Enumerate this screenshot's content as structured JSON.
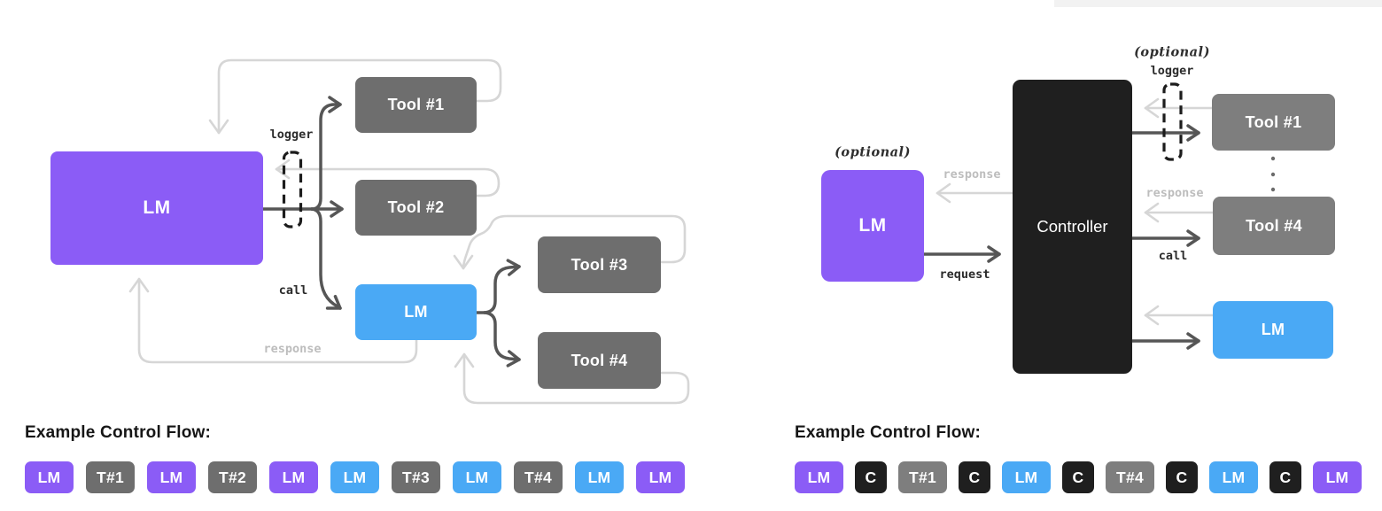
{
  "colors": {
    "purple": "#8B5CF6",
    "blue": "#4AA9F5",
    "gray": "#6E6E6E",
    "gray_light": "#7E7E7E",
    "black": "#1F1F1F",
    "dark_arrow": "#565656",
    "light_arrow": "#D6D6D6"
  },
  "left": {
    "boxes": {
      "lm": "LM",
      "tool1": "Tool #1",
      "tool2": "Tool #2",
      "lm_inner": "LM",
      "tool3": "Tool #3",
      "tool4": "Tool #4"
    },
    "labels": {
      "logger": "logger",
      "call": "call",
      "response": "response"
    },
    "flow_label": "Example Control Flow:",
    "badges": [
      {
        "label": "LM",
        "type": "purple"
      },
      {
        "label": "T#1",
        "type": "gray"
      },
      {
        "label": "LM",
        "type": "purple"
      },
      {
        "label": "T#2",
        "type": "gray"
      },
      {
        "label": "LM",
        "type": "purple"
      },
      {
        "label": "LM",
        "type": "blue"
      },
      {
        "label": "T#3",
        "type": "gray"
      },
      {
        "label": "LM",
        "type": "blue"
      },
      {
        "label": "T#4",
        "type": "gray"
      },
      {
        "label": "LM",
        "type": "blue"
      },
      {
        "label": "LM",
        "type": "purple"
      }
    ]
  },
  "right": {
    "boxes": {
      "lm": "LM",
      "controller": "Controller",
      "tool1": "Tool #1",
      "tool4": "Tool #4",
      "lm_inner": "LM"
    },
    "labels": {
      "optional_lm": "(optional)",
      "optional_logger": "(optional)",
      "logger": "logger",
      "response_lm": "response",
      "request": "request",
      "response_tool": "response",
      "call": "call"
    },
    "flow_label": "Example Control Flow:",
    "badges": [
      {
        "label": "LM",
        "type": "purple"
      },
      {
        "label": "C",
        "type": "black"
      },
      {
        "label": "T#1",
        "type": "gray_light"
      },
      {
        "label": "C",
        "type": "black"
      },
      {
        "label": "LM",
        "type": "blue"
      },
      {
        "label": "C",
        "type": "black"
      },
      {
        "label": "T#4",
        "type": "gray_light"
      },
      {
        "label": "C",
        "type": "black"
      },
      {
        "label": "LM",
        "type": "blue"
      },
      {
        "label": "C",
        "type": "black"
      },
      {
        "label": "LM",
        "type": "purple"
      }
    ]
  }
}
